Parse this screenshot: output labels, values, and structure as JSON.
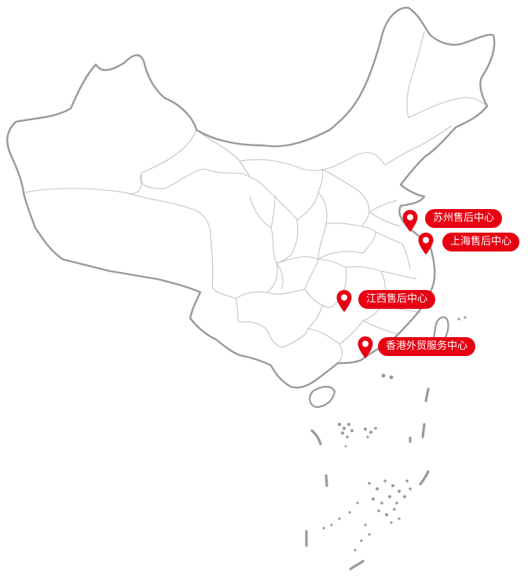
{
  "map": {
    "accent_color": "#e60012",
    "outline_color": "#9a9a9a",
    "province_color": "#c4c4c4"
  },
  "locations": [
    {
      "id": "suzhou",
      "name": "苏州售后中心",
      "icon": "map-pin-icon"
    },
    {
      "id": "shanghai",
      "name": "上海售后中心",
      "icon": "map-pin-icon"
    },
    {
      "id": "jiangxi",
      "name": "江西售后中心",
      "icon": "map-pin-icon"
    },
    {
      "id": "hongkong",
      "name": "香港外贸服务中心",
      "icon": "map-pin-icon"
    }
  ]
}
